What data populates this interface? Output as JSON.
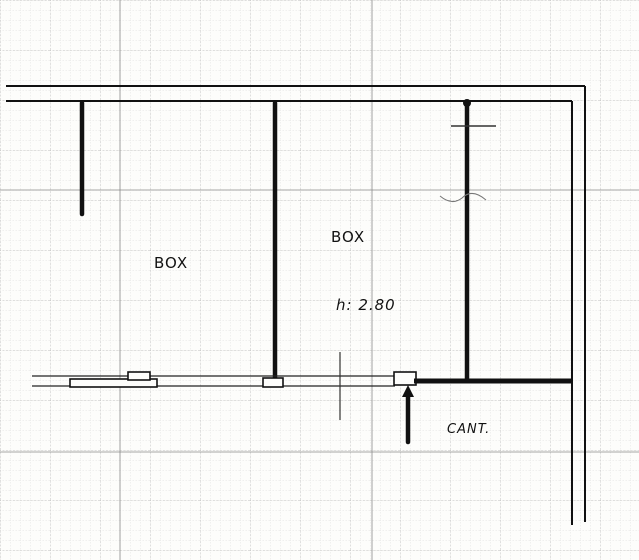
{
  "plan": {
    "rooms": [
      {
        "id": "box-left",
        "label": "BOX"
      },
      {
        "id": "box-right",
        "label": "BOX"
      },
      {
        "id": "cantina",
        "label": "CANT."
      }
    ],
    "height_note": "h: 2.80"
  }
}
